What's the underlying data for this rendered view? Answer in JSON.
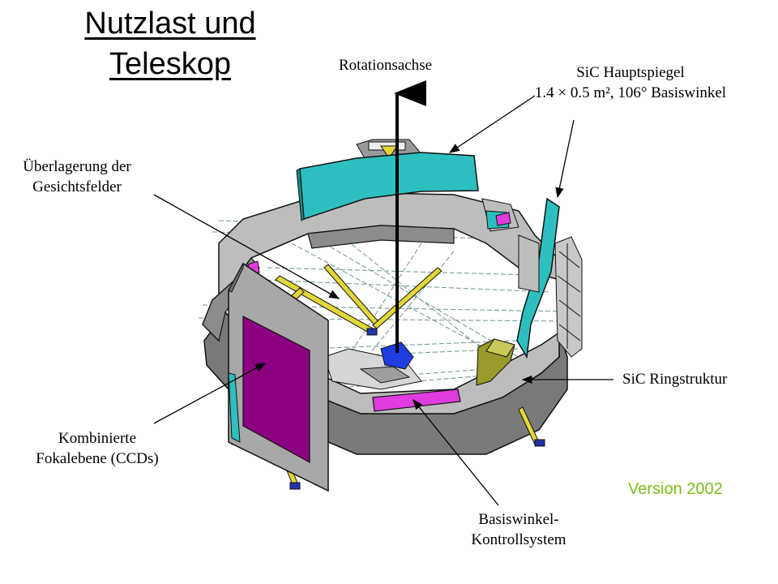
{
  "title": {
    "line1": "Nutzlast und",
    "line2": "Teleskop"
  },
  "labels": {
    "rotation_axis": "Rotationsachse",
    "primary_mirror_line1": "SiC Hauptspiegel",
    "primary_mirror_line2": "1.4 × 0.5 m², 106° Basiswinkel",
    "fov_overlap_line1": "Überlagerung der",
    "fov_overlap_line2": "Gesichtsfelder",
    "ring_structure": "SiC Ringstruktur",
    "focal_plane_line1": "Kombinierte",
    "focal_plane_line2": "Fokalebene (CCDs)",
    "basic_angle_line1": "Basiswinkel-",
    "basic_angle_line2": "Kontrollsystem"
  },
  "version": "Version 2002",
  "colors": {
    "ring_top": "#BDBDBD",
    "ring_side": "#7A7A7A",
    "mirror": "#2DBFBF",
    "focal_plane_frame": "#A8A8A8",
    "focal_plane_ccd": "#8B0080",
    "magenta_part": "#E03CE0",
    "struts": "#E3D63A",
    "version_text": "#7FBF1A"
  }
}
